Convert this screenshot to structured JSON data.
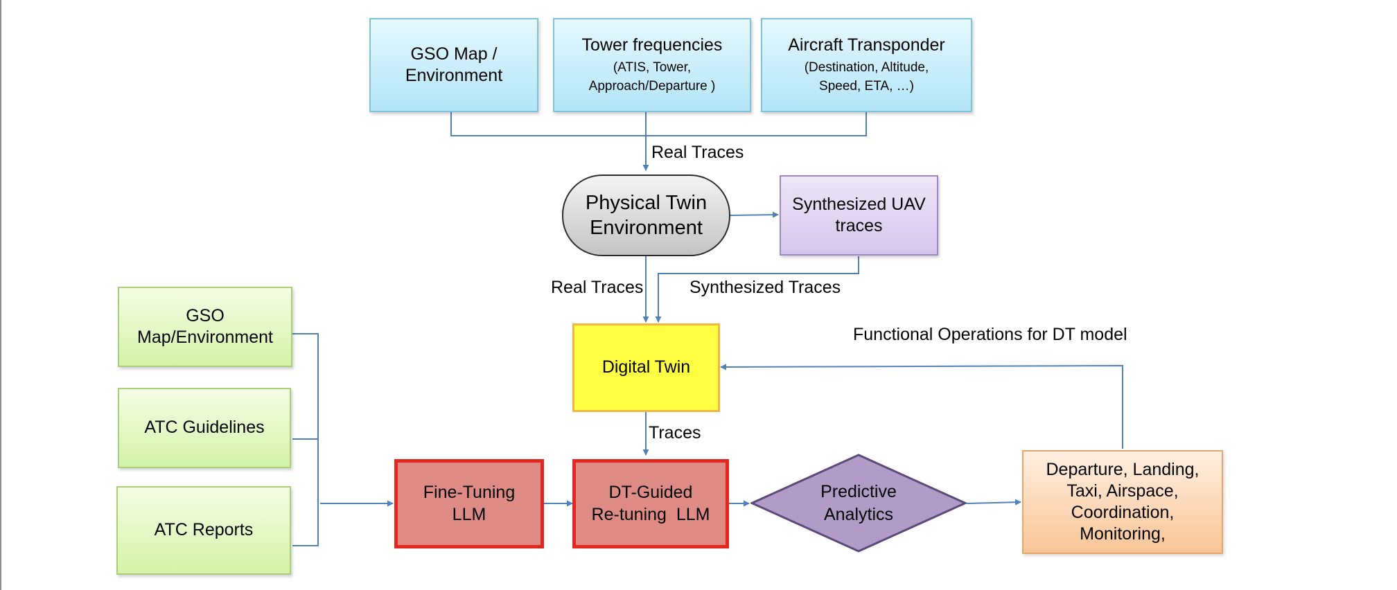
{
  "nodes": {
    "gso_map_top": {
      "line1": "GSO Map /",
      "line2": "Environment"
    },
    "tower": {
      "title": "Tower frequencies",
      "sub1": "(ATIS, Tower,",
      "sub2": "Approach/Departure )"
    },
    "transponder": {
      "title": "Aircraft Transponder",
      "sub1": "(Destination, Altitude,",
      "sub2": "Speed, ETA, …)"
    },
    "physical_twin": {
      "line1": "Physical Twin",
      "line2": "Environment"
    },
    "synth_uav": {
      "line1": "Synthesized UAV",
      "line2": "traces"
    },
    "digital_twin": {
      "label": "Digital Twin"
    },
    "gso_map_left": {
      "line1": "GSO",
      "line2": "Map/Environment"
    },
    "atc_guidelines": {
      "label": "ATC Guidelines"
    },
    "atc_reports": {
      "label": "ATC Reports"
    },
    "fine_tuning": {
      "line1": "Fine-Tuning",
      "line2": "LLM"
    },
    "dt_guided": {
      "line1": "DT-Guided",
      "line2": "Re-tuning  LLM"
    },
    "predictive": {
      "line1": "Predictive",
      "line2": "Analytics"
    },
    "operations": {
      "line1": "Departure, Landing,",
      "line2": "Taxi, Airspace,",
      "line3": "Coordination,",
      "line4": "Monitoring,"
    }
  },
  "labels": {
    "real_traces_top": "Real Traces",
    "real_traces_mid": "Real Traces",
    "synthesized_traces": "Synthesized Traces",
    "functional_ops": "Functional Operations for DT model",
    "traces": "Traces"
  },
  "colors": {
    "connector": "#4f81bd",
    "blue_box_border": "#7ec3dc",
    "green_box_border": "#a8cf78",
    "purple_box_border": "#9c87c4",
    "digital_twin_fill": "#ffff44",
    "digital_twin_border": "#f4b73d",
    "llm_fill": "#df8b85",
    "llm_border": "#e3261f",
    "diamond_fill": "#b09cc6",
    "diamond_border": "#5a4a7a",
    "operations_border": "#e6a66a"
  }
}
